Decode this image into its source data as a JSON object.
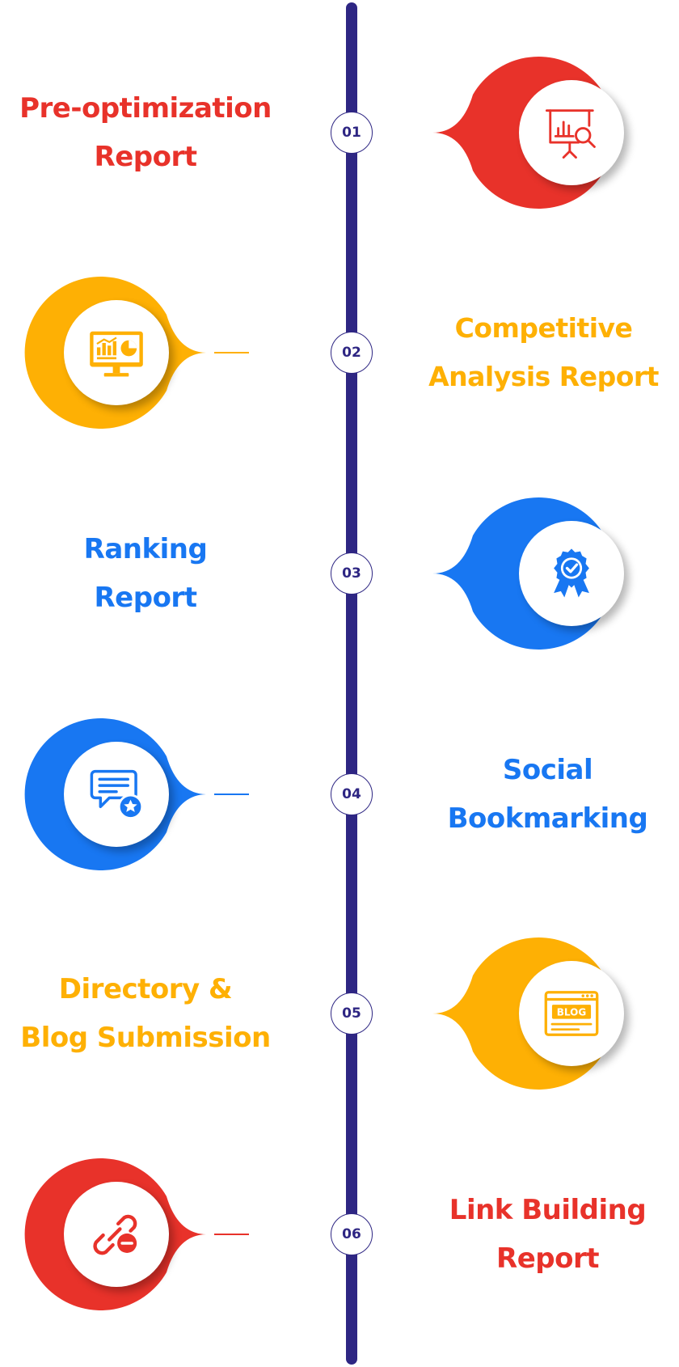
{
  "colors": {
    "spine": "#2e2683",
    "red": "#e8322a",
    "yellow": "#feb004",
    "blue": "#1877f2"
  },
  "steps": [
    {
      "number": "01",
      "title": "Pre-optimization\nReport",
      "color": "#e8322a",
      "icon": "presentation-chart-search-icon"
    },
    {
      "number": "02",
      "title": "Competitive\nAnalysis Report",
      "color": "#feb004",
      "icon": "monitor-analytics-icon"
    },
    {
      "number": "03",
      "title": "Ranking\nReport",
      "color": "#1877f2",
      "icon": "award-badge-icon"
    },
    {
      "number": "04",
      "title": "Social\nBookmarking",
      "color": "#1877f2",
      "icon": "chat-star-icon"
    },
    {
      "number": "05",
      "title": "Directory &\nBlog Submission",
      "color": "#feb004",
      "icon": "blog-browser-icon"
    },
    {
      "number": "06",
      "title": "Link Building\nReport",
      "color": "#e8322a",
      "icon": "broken-link-icon"
    }
  ]
}
